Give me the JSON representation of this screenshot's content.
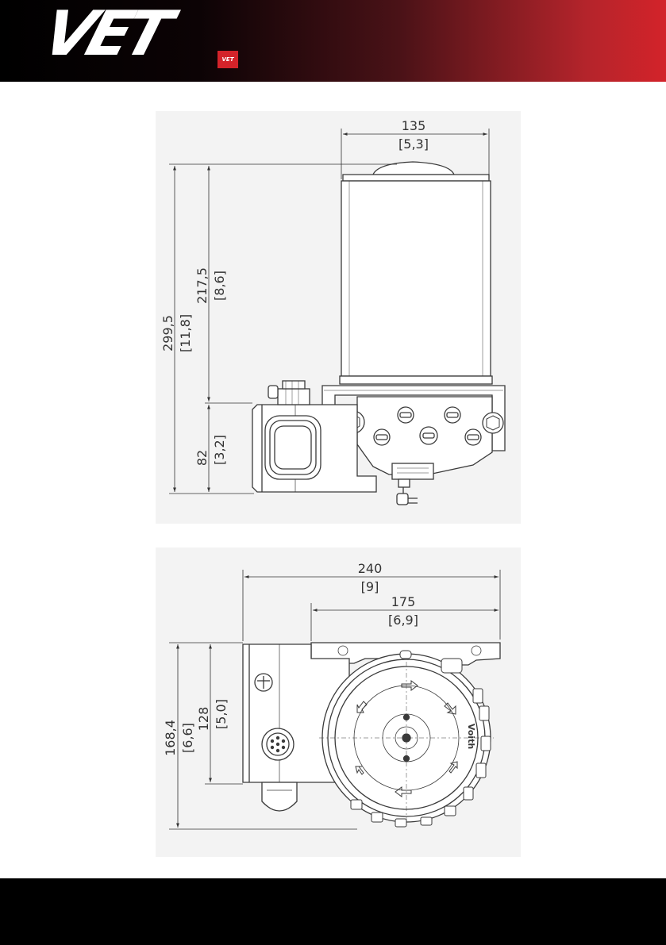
{
  "brand": {
    "logo_text": "VET",
    "badge_text": "VET",
    "colors": {
      "header_dark": "#000000",
      "header_red": "#d3232a",
      "footer": "#000000",
      "drawing_line": "#3a3a3a"
    }
  },
  "side_view": {
    "width_top": "135",
    "width_top_in": "[5,3]",
    "total_height": "299,5",
    "total_height_in": "[11,8]",
    "upper_height": "217,5",
    "upper_height_in": "[8,6]",
    "lower_height": "82",
    "lower_height_in": "[3,2]"
  },
  "top_view": {
    "overall_width": "240",
    "overall_width_in": "[9]",
    "partial_width": "175",
    "partial_width_in": "[6,9]",
    "overall_depth": "168,4",
    "overall_depth_in": "[6,6]",
    "partial_depth": "128",
    "partial_depth_in": "[5,0]",
    "cap_marking": "Voith"
  }
}
